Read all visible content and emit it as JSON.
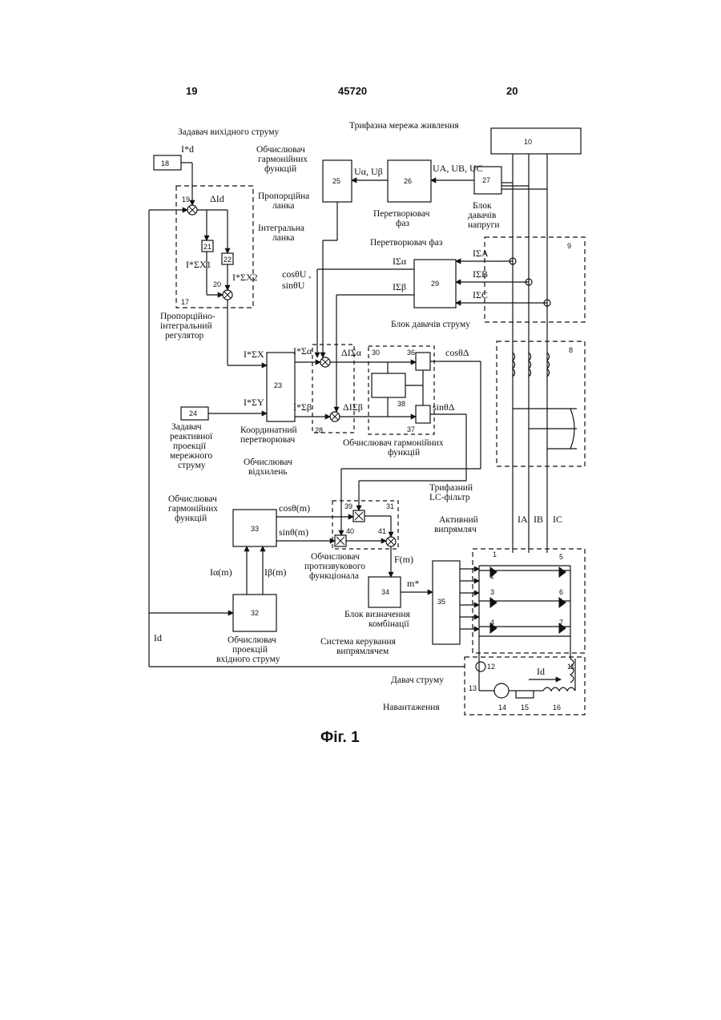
{
  "header": {
    "page_left": "19",
    "patent_number": "45720",
    "page_right": "20"
  },
  "figure_caption": "Фіг. 1",
  "labels": {
    "setter_output_current": "Задавач вихідного струму",
    "harmonic_calc_top": [
      "Обчислювач",
      "гармонійних",
      "функцій"
    ],
    "three_phase_grid": "Трифазна мережа живлення",
    "prop_link": [
      "Пропорційна",
      "ланка"
    ],
    "integral_link": [
      "Інтегральна",
      "ланка"
    ],
    "phase_converter_top": [
      "Перетворювач",
      "фаз"
    ],
    "voltage_sensor_block": [
      "Блок",
      "давачів",
      "напруги"
    ],
    "phase_converter_mid": "Перетворювач фаз",
    "current_sensor_block": "Блок давачів струму",
    "pi_regulator": [
      "Пропорційно-",
      "інтегральний",
      "регулятор"
    ],
    "reactive_setter": [
      "Задавач",
      "реактивної",
      "проекції",
      "мережного",
      "струму"
    ],
    "coord_converter": [
      "Координатний",
      "перетворювач"
    ],
    "deviation_calc": [
      "Обчислювач",
      "відхилень"
    ],
    "harmonic_calc_mid": [
      "Обчислювач гармонійних",
      "функцій"
    ],
    "lc_filter": [
      "Трифазний",
      "LC-фільтр"
    ],
    "harmonic_calc_left": [
      "Обчислювач",
      "гармонійних",
      "функцій"
    ],
    "active_rectifier": [
      "Активний",
      "випрямляч"
    ],
    "counter_sound_calc": [
      "Обчислювач",
      "протизвукового",
      "функціонала"
    ],
    "combination_block": [
      "Блок визначення",
      "комбінації"
    ],
    "input_projection_calc": [
      "Обчислювач",
      "проекцій",
      "вхідного струму"
    ],
    "rectifier_control": [
      "Система керування",
      "випрямлячем"
    ],
    "current_sensor": "Давач струму",
    "load": "Навантаження"
  },
  "blocks": {
    "b1": "1",
    "b2": "2",
    "b3": "3",
    "b4": "4",
    "b5": "5",
    "b6": "6",
    "b7": "7",
    "b8": "8",
    "b9": "9",
    "b10": "10",
    "b11": "11",
    "b12": "12",
    "b13": "13",
    "b14": "14",
    "b15": "15",
    "b16": "16",
    "b17": "17",
    "b18": "18",
    "b19": "19",
    "b20": "20",
    "b21": "21",
    "b22": "22",
    "b23": "23",
    "b24": "24",
    "b25": "25",
    "b26": "26",
    "b27": "27",
    "b28": "28",
    "b29": "29",
    "b30": "30",
    "b31": "31",
    "b32": "32",
    "b33": "33",
    "b34": "34",
    "b35": "35",
    "b36": "36",
    "b37": "37",
    "b38": "38",
    "b39": "39",
    "b40": "40",
    "b41": "41"
  },
  "signals": {
    "id_star": "I*d",
    "delta_id": "ΔId",
    "i_sx1": "I*ΣX1",
    "i_sx2": "I*ΣX2",
    "u_ab": "Uα, Uβ",
    "u_abc": "UA, UB, UC",
    "i_sa": "IΣA",
    "i_sb": "IΣB",
    "i_sc": "IΣC",
    "i_salpha": "IΣα",
    "i_sbeta": "IΣβ",
    "cos_sin_u": [
      "cosθU ,",
      "sinθU"
    ],
    "i_sx_star": "I*ΣX",
    "i_sy_star": "I*ΣY",
    "i_salpha_star": "I*Σα",
    "i_sbeta_star": "I*Σβ",
    "d_i_salpha": "ΔIΣα",
    "d_i_sbeta": "ΔIΣβ",
    "cos_delta": "cosθΔ",
    "sin_delta": "sinθΔ",
    "cos_m": "cosθ(m)",
    "sin_m": "sinθ(m)",
    "f_m": "F(m)",
    "m_star": "m*",
    "i_alpha_m": "Iα(m)",
    "i_beta_m": "Iβ(m)",
    "id": "Id",
    "ia": "IA",
    "ib": "IB",
    "ic": "IC",
    "id_load": "Id"
  }
}
